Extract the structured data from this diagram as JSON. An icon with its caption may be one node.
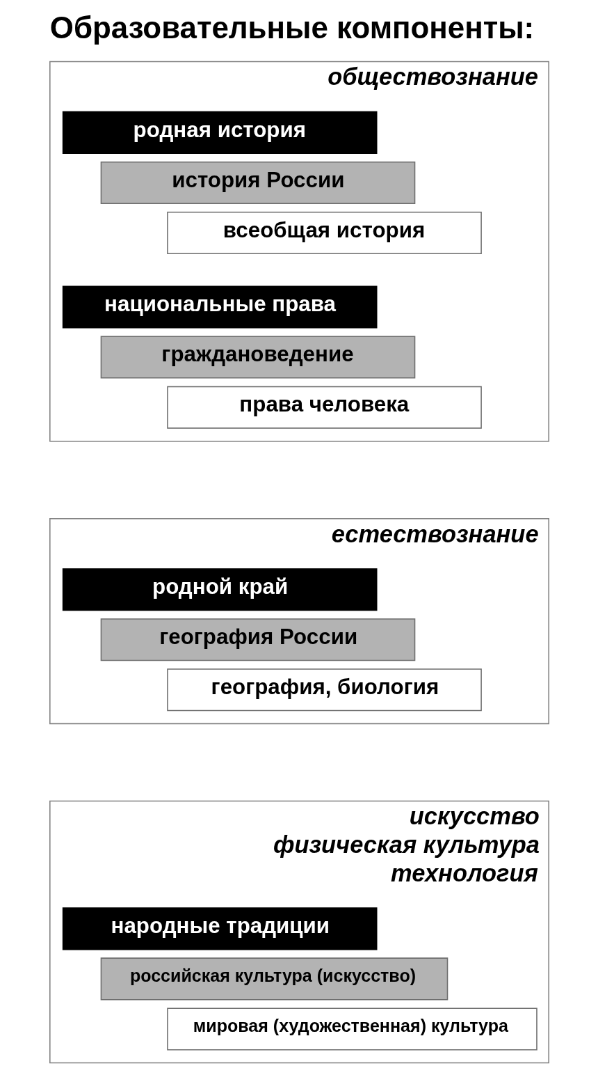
{
  "diagram": {
    "title": "Образовательные компоненты:",
    "nodes": [
      {
        "text": [
          "обществознание"
        ]
      },
      {
        "text": [
          "родная история"
        ],
        "in": 0
      },
      {
        "text": [
          "история России"
        ],
        "in": 0
      },
      {
        "text": [
          "всеобщая история"
        ],
        "in": 0
      },
      {
        "text": [
          "национальные права"
        ],
        "in": 0
      },
      {
        "text": [
          "граждановедение"
        ],
        "in": 0
      },
      {
        "text": [
          "права человека"
        ],
        "in": 0
      },
      {
        "text": [
          "естествознание"
        ]
      },
      {
        "text": [
          "родной край"
        ],
        "in": 7
      },
      {
        "text": [
          "география России"
        ],
        "in": 7
      },
      {
        "text": [
          "география, биология"
        ],
        "in": 7
      },
      {
        "text": [
          "искусство",
          "физическая культура",
          "технология"
        ]
      },
      {
        "text": [
          "народные традиции"
        ],
        "in": 11
      },
      {
        "text": [
          "российская культура (искусство)"
        ],
        "in": 11
      },
      {
        "text": [
          "мировая (художественная) культура"
        ],
        "in": 11
      }
    ]
  }
}
